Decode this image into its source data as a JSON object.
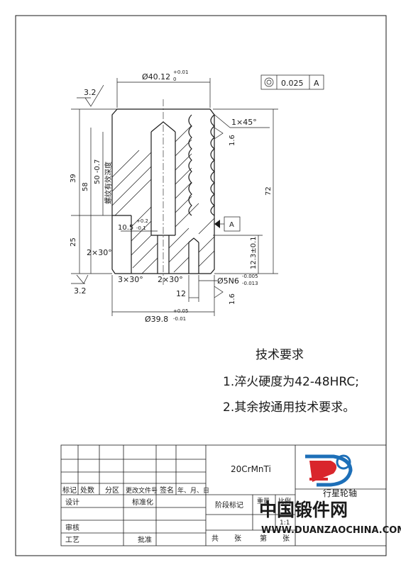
{
  "drawing": {
    "dimensions": {
      "top_diameter": "Ø40.12",
      "top_tol_upper": "+0.01",
      "top_tol_lower": "0",
      "chamfer_top": "1×45°",
      "roughness_top": "3.2",
      "roughness_bottom": "3.2",
      "roughness_right_1": "1.6",
      "roughness_right_2": "1.6",
      "dim_39": "39",
      "dim_58": "58",
      "dim_25": "25",
      "dim_50": "50 -0.7",
      "thread_depth_label": "螺纹有效深度",
      "dim_72": "72",
      "bore_dia": "10.5",
      "bore_tol_upper": "+0.2",
      "bore_tol_lower": "-0.1",
      "datum_label": "A",
      "dim_12_3": "12.3±0.1",
      "angle_left": "2×30°",
      "angle_bottom_left": "3×30°",
      "angle_bottom_mid": "2×30°",
      "dim_12": "12",
      "pin_hole": "Ø5N6",
      "pin_tol_upper": "-0.005",
      "pin_tol_lower": "-0.013",
      "bottom_diameter": "Ø39.8",
      "bottom_tol_upper": "+0.05",
      "bottom_tol_lower": "-0.01",
      "tolerance_value": "0.025",
      "tolerance_datum": "A"
    },
    "tech_requirements": {
      "title": "技术要求",
      "item_1": "1.淬火硬度为42-48HRC;",
      "item_2": "2.其余按通用技术要求。"
    },
    "title_block": {
      "material": "20CrMnTi",
      "part_name": "行星轮轴",
      "h_mark": "标记",
      "h_qty": "处数",
      "h_zone": "分区",
      "h_change_doc": "更改文件号",
      "h_sign": "签名",
      "h_date": "年、月、日",
      "design": "设计",
      "standardize": "标准化",
      "stage_mark": "阶段标记",
      "weight": "重量",
      "scale": "比例",
      "scale_value": "1:1",
      "review": "审核",
      "craft": "工艺",
      "approve": "批准",
      "total": "共",
      "sheet": "张",
      "page": "第",
      "sheet2": "张"
    },
    "watermark": {
      "site_name": "中国锻件网",
      "site_url": "WWW.DUANZAOCHINA.COM"
    }
  },
  "colors": {
    "line": "#1a1a1a",
    "logo_red": "#d9262c",
    "logo_blue": "#1d6fb8"
  }
}
